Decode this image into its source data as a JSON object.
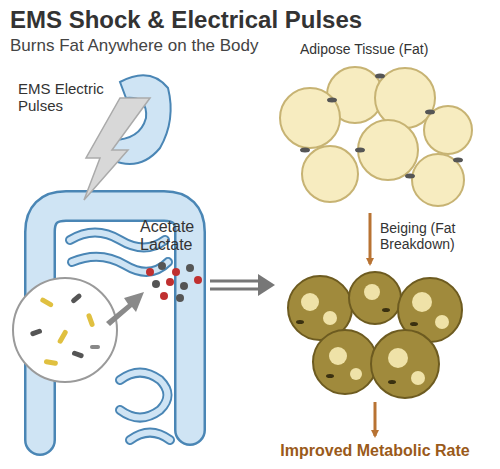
{
  "diagram": {
    "title": "EMS Shock & Electrical Pulses",
    "nodes": [
      {
        "text": [
          "Adipose Tissue (Fat)"
        ]
      },
      {
        "text": [
          "Acetate Lactate"
        ]
      }
    ],
    "labels": [
      "Burns Fat Anywhere on the Body",
      "EMS Electric Pulses",
      "Beiging (Fat Breakdown)",
      "Improved Metabolic Rate"
    ]
  }
}
